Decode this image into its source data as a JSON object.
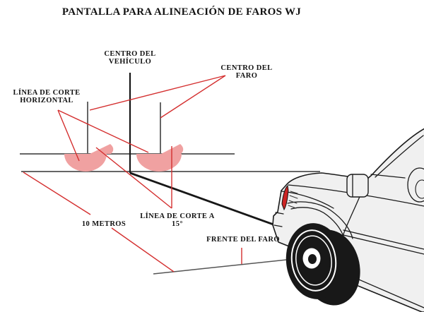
{
  "title": "PANTALLA PARA ALINEACIÓN DE FAROS WJ",
  "labels": {
    "vehicle_center": "CENTRO DEL\nVEHÍCULO",
    "headlight_center": "CENTRO DEL\nFARO",
    "horizontal_cutoff": "LÍNEA DE CORTE\nHORIZONTAL",
    "cutoff_15": "LÍNEA DE CORTE A\n15°",
    "distance": "10 METROS",
    "headlight_front": "FRENTE DEL FARO"
  },
  "colors": {
    "pointer_red": "#d42f2f",
    "beam_pink": "#f0a1a1",
    "headlight_red": "#cc2424",
    "line_gray": "#666666",
    "line_dark": "#171717",
    "ground_gray": "#555555",
    "car_body": "#f0f0f0",
    "tire_black": "#181818"
  }
}
